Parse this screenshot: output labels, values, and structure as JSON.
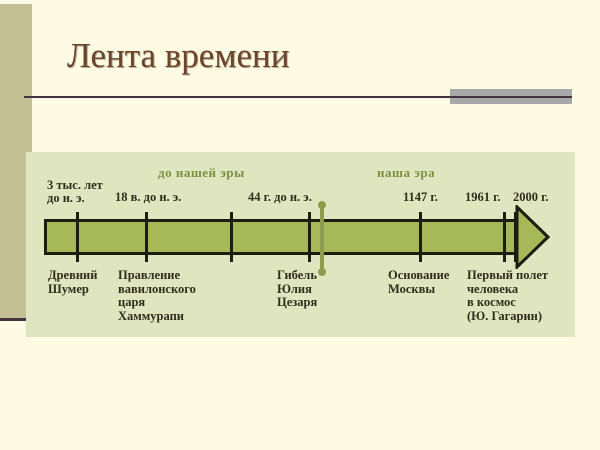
{
  "slide": {
    "title": "Лента времени"
  },
  "timeline": {
    "era_left": "до нашей эры",
    "era_right": "наша эра",
    "dates": [
      "3 тыс. лет\nдо н. э.",
      "18 в. до н. э.",
      "44 г. до н. э.",
      "1147 г.",
      "1961 г.",
      "2000 г."
    ],
    "events": [
      "Древний\nШумер",
      "Правление\nвавилонского\nцаря\nХаммурапи",
      "Гибель\nЮлия\nЦезаря",
      "Основание\nМосквы",
      "Первый полет\nчеловека\nв космос\n(Ю. Гагарин)"
    ]
  },
  "colors": {
    "slide-bg": "#FDFBE3",
    "strip": "#C3C095",
    "panel-bg": "#DFE5BE",
    "bar-green": "#A6B857",
    "outline-dark": "#1C1C10",
    "divider-green": "#8E9D4D",
    "era-text": "#7D9142",
    "label-text": "#2E2E1C",
    "title-text": "#6B442C",
    "rule-dark": "#453440",
    "accent-gray": "#A8A8A8"
  }
}
